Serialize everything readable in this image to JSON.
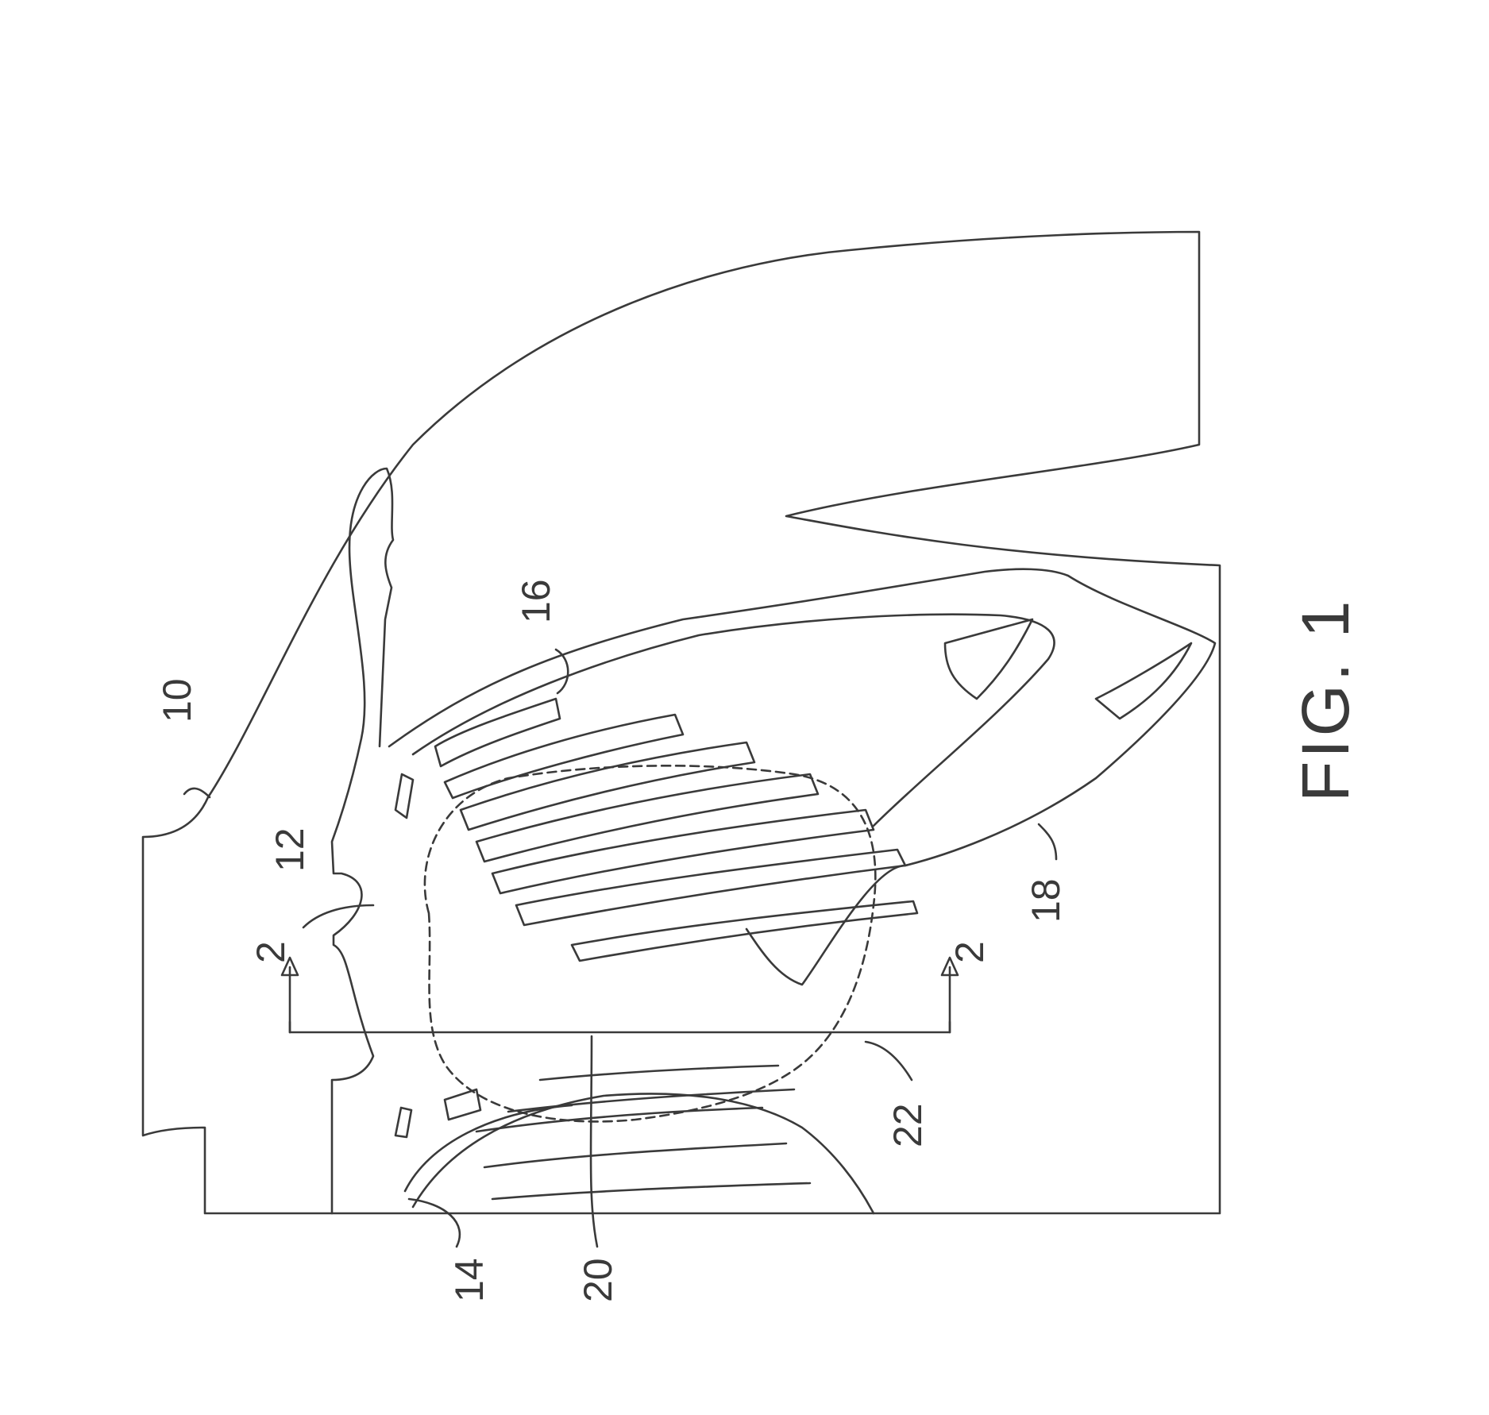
{
  "figure": {
    "caption": "FIG. 1",
    "section_mark": "2",
    "reference_numerals": {
      "r10": "10",
      "r12": "12",
      "r14": "14",
      "r16": "16",
      "r18": "18",
      "r20": "20",
      "r22": "22"
    }
  }
}
